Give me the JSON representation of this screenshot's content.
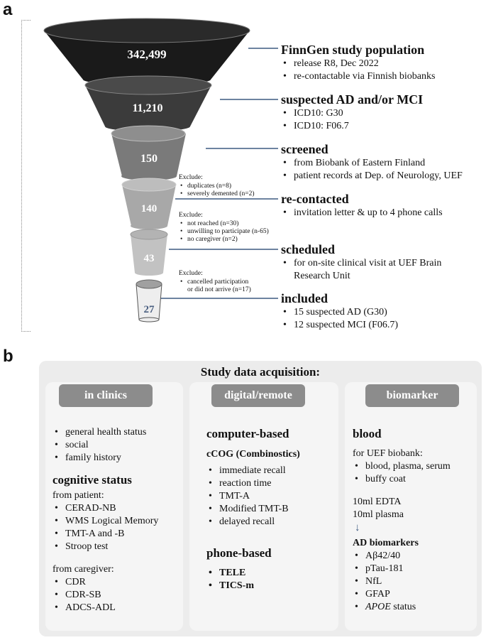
{
  "panel_a": {
    "label": "a",
    "stages": [
      {
        "count": "342,499",
        "title": "FinnGen study population",
        "bullets": [
          "release R8, Dec 2022",
          "re-contactable via Finnish biobanks"
        ]
      },
      {
        "count": "11,210",
        "title": "suspected AD and/or MCI",
        "bullets": [
          "ICD10: G30",
          "ICD10: F06.7"
        ]
      },
      {
        "count": "150",
        "title": "screened",
        "bullets": [
          "from Biobank of Eastern Finland",
          "patient records at Dep. of Neurology, UEF"
        ]
      },
      {
        "count": "140",
        "title": "re-contacted",
        "bullets": [
          "invitation letter & up to 4 phone calls"
        ]
      },
      {
        "count": "43",
        "title": "scheduled",
        "bullets": [
          "for on-site clinical visit at UEF Brain",
          "Research Unit"
        ]
      },
      {
        "count": "27",
        "title": "included",
        "bullets": [
          "15 suspected AD (G30)",
          "12 suspected MCI (F06.7)"
        ]
      }
    ],
    "exclusions": [
      {
        "head": "Exclude:",
        "items": [
          "duplicates (n=8)",
          "severely demented (n=2)"
        ]
      },
      {
        "head": "Exclude:",
        "items": [
          "not reached  (n=30)",
          "unwilling to participate (n-65)",
          "no caregiver (n=2)"
        ]
      },
      {
        "head": "Exclude:",
        "items": [
          "cancelled participation",
          "or did not arrive (n=17)"
        ]
      }
    ]
  },
  "panel_b": {
    "label": "b",
    "title": "Study data acquisition:",
    "clinics": {
      "header": "in clinics",
      "general": [
        "general health status",
        "social",
        "family history"
      ],
      "cog_title": "cognitive status",
      "from_patient": "from patient:",
      "patient_items": [
        "CERAD-NB",
        "WMS Logical Memory",
        "TMT-A and -B",
        "Stroop test"
      ],
      "from_caregiver": "from caregiver:",
      "caregiver_items": [
        "CDR",
        "CDR-SB",
        "ADCS-ADL"
      ]
    },
    "digital": {
      "header": "digital/remote",
      "computer_title": "computer-based",
      "ccog_title": "cCOG (Combinostics)",
      "ccog_items": [
        "immediate recall",
        "reaction time",
        "TMT-A",
        "Modified TMT-B",
        "delayed recall"
      ],
      "phone_title": "phone-based",
      "phone_items": [
        "TELE",
        "TICS-m"
      ]
    },
    "biomarker": {
      "header": "biomarker",
      "blood_title": "blood",
      "biobank_label": "for UEF biobank:",
      "biobank_items": [
        "blood, plasma, serum",
        "buffy coat"
      ],
      "edta": "10ml EDTA",
      "plasma": "10ml plasma",
      "arrow": "↓",
      "ad_title": "AD biomarkers",
      "ad_items": [
        "Aβ42/40",
        "pTau-181",
        "NfL",
        "GFAP"
      ],
      "apoe_italic": "APOE",
      "apoe_rest": " status"
    }
  },
  "colors": {
    "funnel_1": "#1a1a1a",
    "funnel_2": "#3b3b3b",
    "funnel_3": "#7a7a7a",
    "funnel_4": "#a8a8a8",
    "funnel_5": "#c2c2c2",
    "funnel_6": "#e4e4e4",
    "connector": "#3d5a80",
    "pill": "#8c8c8c"
  }
}
